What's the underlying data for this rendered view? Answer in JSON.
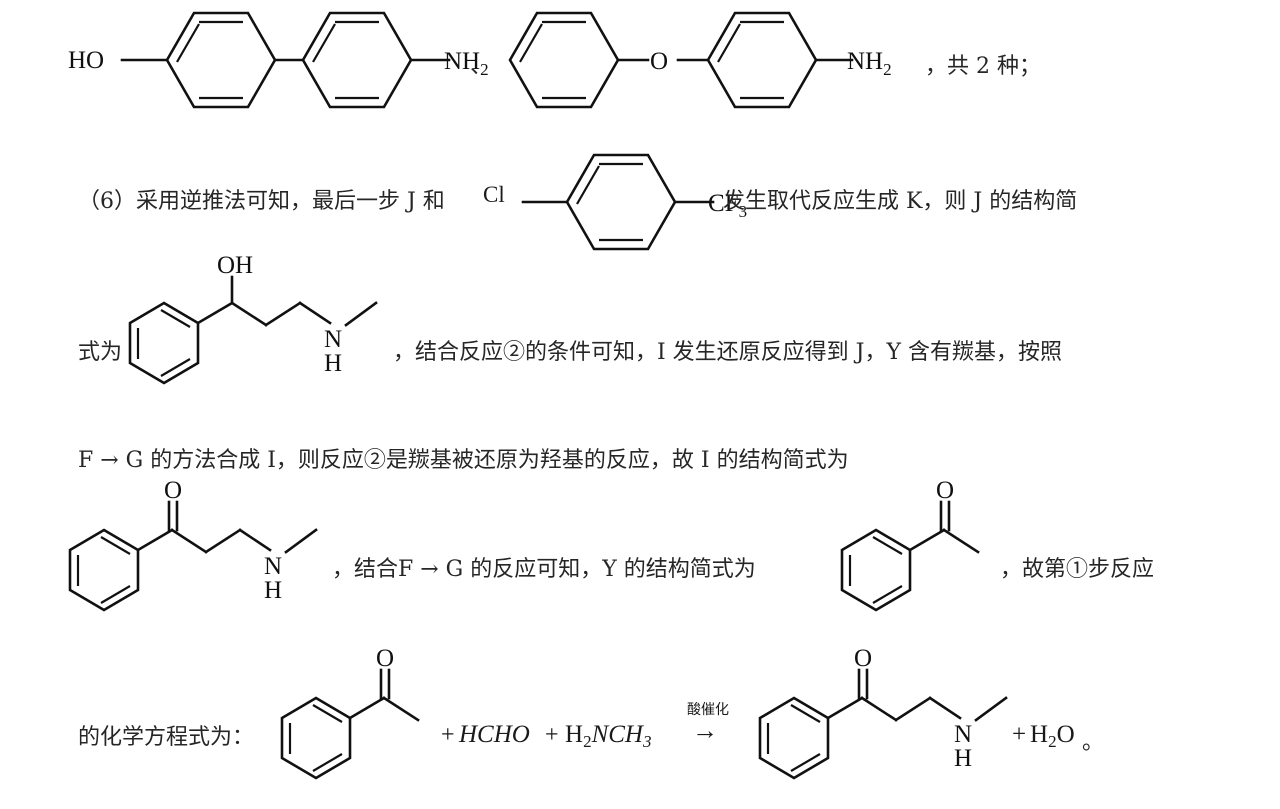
{
  "document": {
    "type": "chemistry-solution-text",
    "language": "zh-CN"
  },
  "line1": {
    "structure_a": {
      "name": "4-hydroxy-4'-aminobiphenyl",
      "left_label": "HO",
      "right_label": "NH",
      "right_sub": "2",
      "rings": 2
    },
    "separator": "、",
    "structure_b": {
      "name": "4-aminodiphenyl-ether",
      "bridge_label": "O",
      "right_label": "NH",
      "right_sub": "2",
      "rings": 2
    },
    "tail_text": "，共 2 种；"
  },
  "line2": {
    "prefix": "（6）采用逆推法可知，最后一步 J 和",
    "structure": {
      "name": "4-chlorobenzotrifluoride",
      "left_label": "Cl",
      "right_label": "CF",
      "right_sub": "3"
    },
    "suffix": "发生取代反应生成 K，则 J 的结构简"
  },
  "line3": {
    "prefix": "式为",
    "structure": {
      "name": "3-(methylamino)-1-phenylpropan-1-ol",
      "oh_label": "OH",
      "n_label": "N",
      "nh_label": "H"
    },
    "suffix": "，结合反应②的条件可知，I 发生还原反应得到 J，Y 含有羰基，按照"
  },
  "line4": {
    "text": "F → G 的方法合成 I，则反应②是羰基被还原为羟基的反应，故 I 的结构简式为"
  },
  "line5": {
    "structure_left": {
      "name": "3-(methylamino)-1-phenylpropan-1-one",
      "o_label": "O",
      "n_label": "N",
      "nh_label": "H"
    },
    "middle_text": "，结合F → G 的反应可知，Y 的结构简式为",
    "structure_right": {
      "name": "acetophenone",
      "o_label": "O"
    },
    "tail_text": "，故第①步反应"
  },
  "line6": {
    "prefix": "的化学方程式为：",
    "reactant_1": {
      "name": "acetophenone",
      "o_label": "O"
    },
    "plus_1": "+",
    "reactant_2": "HCHO",
    "plus_2": "+",
    "reactant_3_main": "H",
    "reactant_3_sub": "2",
    "reactant_3_rest": "NCH",
    "reactant_3_sub2": "3",
    "condition": "酸催化",
    "arrow": "→",
    "product_1": {
      "name": "3-(methylamino)-1-phenylpropan-1-one",
      "o_label": "O",
      "n_label": "N",
      "nh_label": "H"
    },
    "plus_3": "+",
    "product_2_main": "H",
    "product_2_sub": "2",
    "product_2_rest": "O",
    "period": "。"
  },
  "colors": {
    "ink": "#111111",
    "text": "#1a1a1a",
    "background": "#ffffff"
  }
}
